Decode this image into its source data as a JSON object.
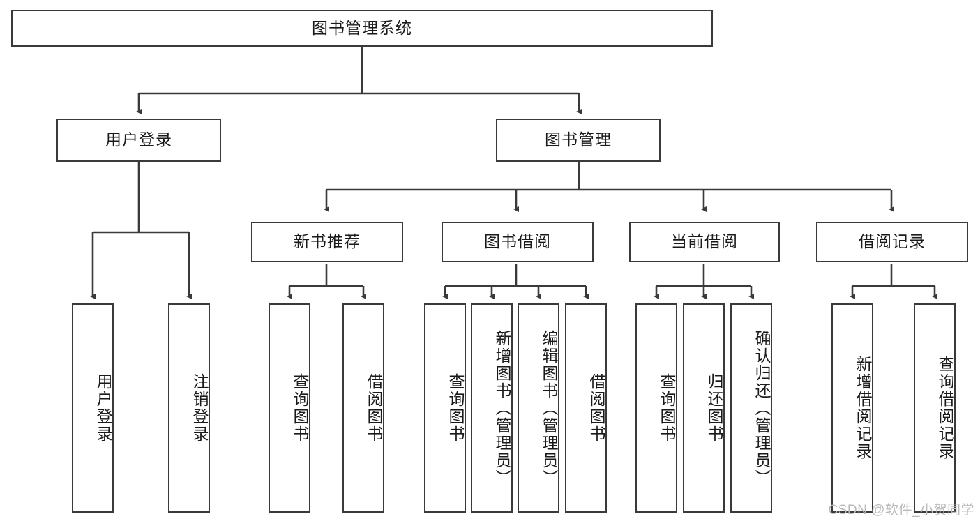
{
  "diagram": {
    "type": "tree-hierarchy-chart",
    "title": "图书管理系统",
    "stroke_color": "#3a3a3a",
    "background_color": "#ffffff",
    "text_color": "#1a1a1a",
    "root": {
      "label": "图书管理系统"
    },
    "level2": [
      {
        "label": "用户登录"
      },
      {
        "label": "图书管理"
      }
    ],
    "level3": [
      {
        "label": "新书推荐"
      },
      {
        "label": "图书借阅"
      },
      {
        "label": "当前借阅"
      },
      {
        "label": "借阅记录"
      }
    ],
    "leaves": {
      "user_login": [
        {
          "label": "用户登录"
        },
        {
          "label": "注销登录"
        }
      ],
      "new_book_recommend": [
        {
          "label": "查询图书"
        },
        {
          "label": "借阅图书"
        }
      ],
      "book_borrow": [
        {
          "label": "查询图书"
        },
        {
          "label": "新增图书（管理员）"
        },
        {
          "label": "编辑图书（管理员）"
        },
        {
          "label": "借阅图书"
        }
      ],
      "current_borrow": [
        {
          "label": "查询图书"
        },
        {
          "label": "归还图书"
        },
        {
          "label": "确认归还（管理员）"
        }
      ],
      "borrow_record": [
        {
          "label": "新增借阅记录"
        },
        {
          "label": "查询借阅记录"
        }
      ]
    }
  },
  "watermark": {
    "text": "CSDN @软件_小贺同学"
  }
}
